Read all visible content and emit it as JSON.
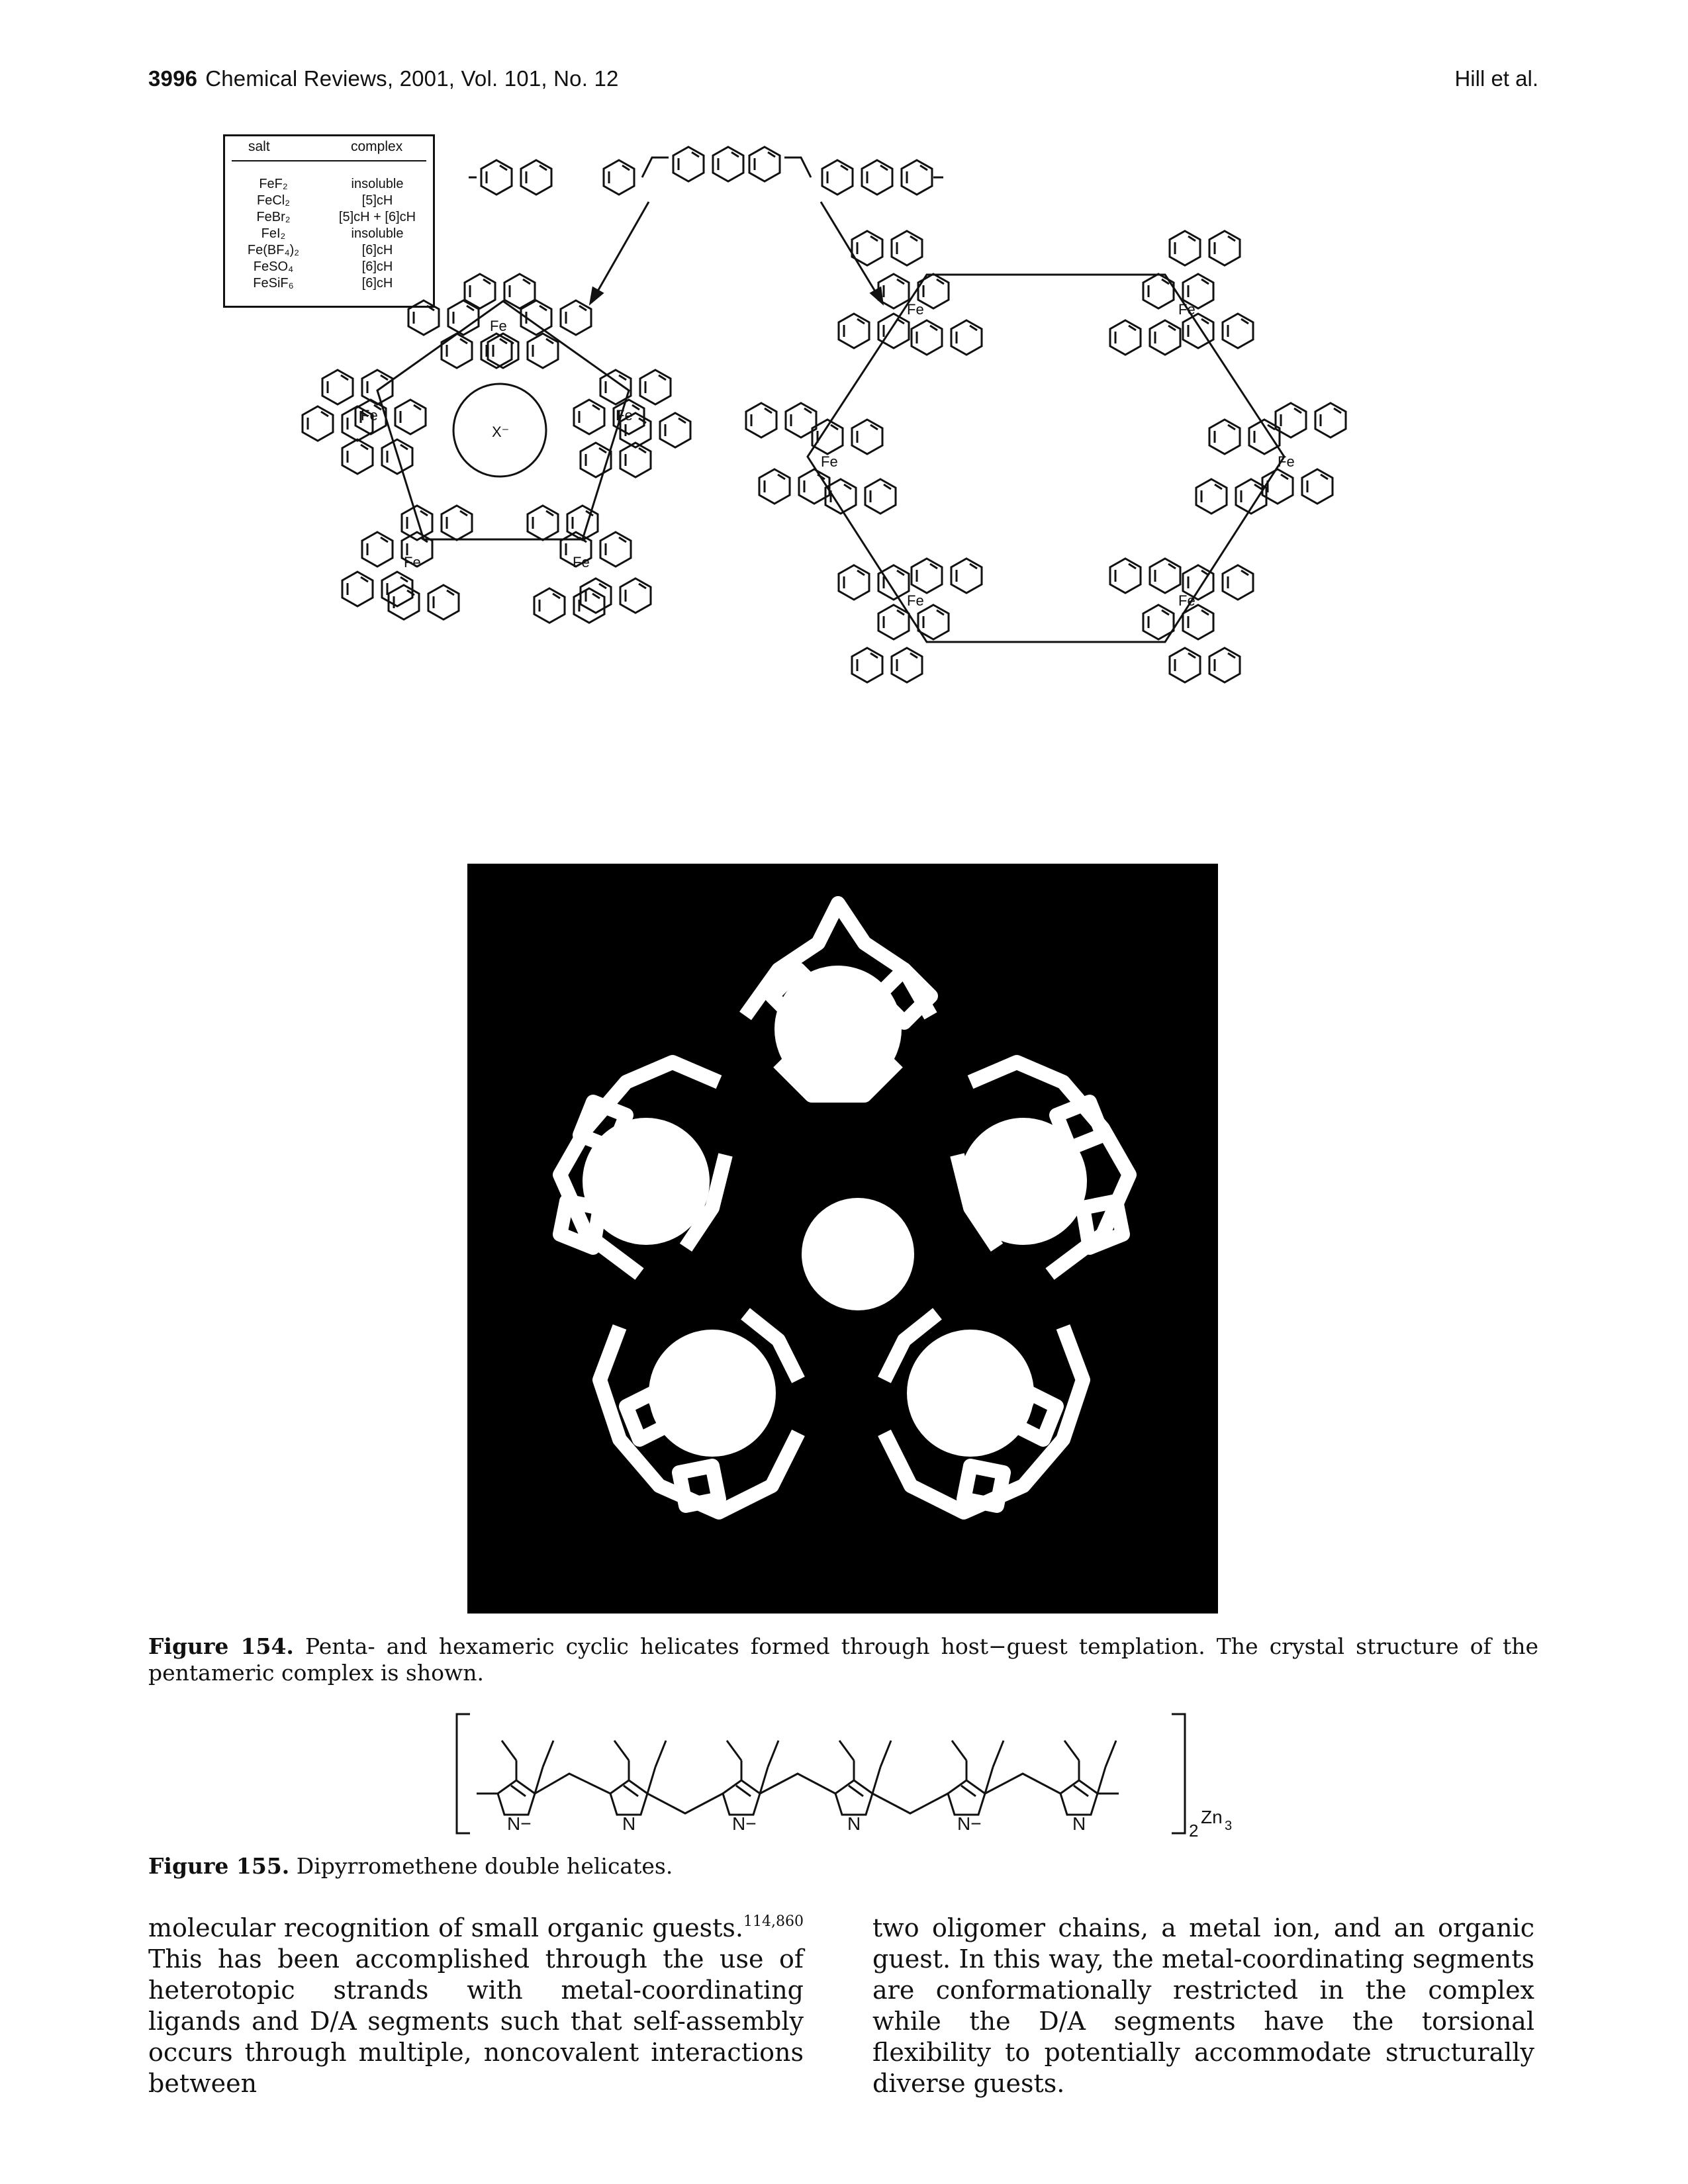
{
  "header": {
    "page_number": "3996",
    "journal": "Chemical Reviews, 2001, Vol. 101, No. 12",
    "authors": "Hill et al."
  },
  "salt_table": {
    "headers": [
      "salt",
      "complex"
    ],
    "rows": [
      [
        "FeF₂",
        "insoluble"
      ],
      [
        "FeCl₂",
        "[5]cH"
      ],
      [
        "FeBr₂",
        "[5]cH + [6]cH"
      ],
      [
        "FeI₂",
        "insoluble"
      ],
      [
        "Fe(BF₄)₂",
        "[6]cH"
      ],
      [
        "FeSO₄",
        "[6]cH"
      ],
      [
        "FeSiF₆",
        "[6]cH"
      ]
    ]
  },
  "scheme_labels": {
    "metal": "Fe",
    "nitrogen": "N",
    "anion": "X⁻"
  },
  "figure154": {
    "label": "Figure 154.",
    "text": "Penta- and hexameric cyclic helicates formed through host−guest templation. The crystal structure of the pentameric complex is shown."
  },
  "figure155": {
    "label": "Figure 155.",
    "text": "Dipyrromethene double helicates.",
    "subscript_2": "2",
    "zn": "Zn",
    "zn_sub": "3",
    "n_minus": "N−",
    "n": "N"
  },
  "body": {
    "left": "molecular recognition of small organic guests.",
    "left_ref": "114,860",
    "left_rest": "This has been accomplished through the use of heterotopic strands with metal-coordinating ligands and D/A segments such that self-assembly occurs through multiple, noncovalent interactions between",
    "right": "two oligomer chains, a metal ion, and an organic guest. In this way, the metal-coordinating segments are conformationally restricted in the complex while the D/A segments have the torsional flexibility to potentially accommodate structurally diverse guests."
  }
}
